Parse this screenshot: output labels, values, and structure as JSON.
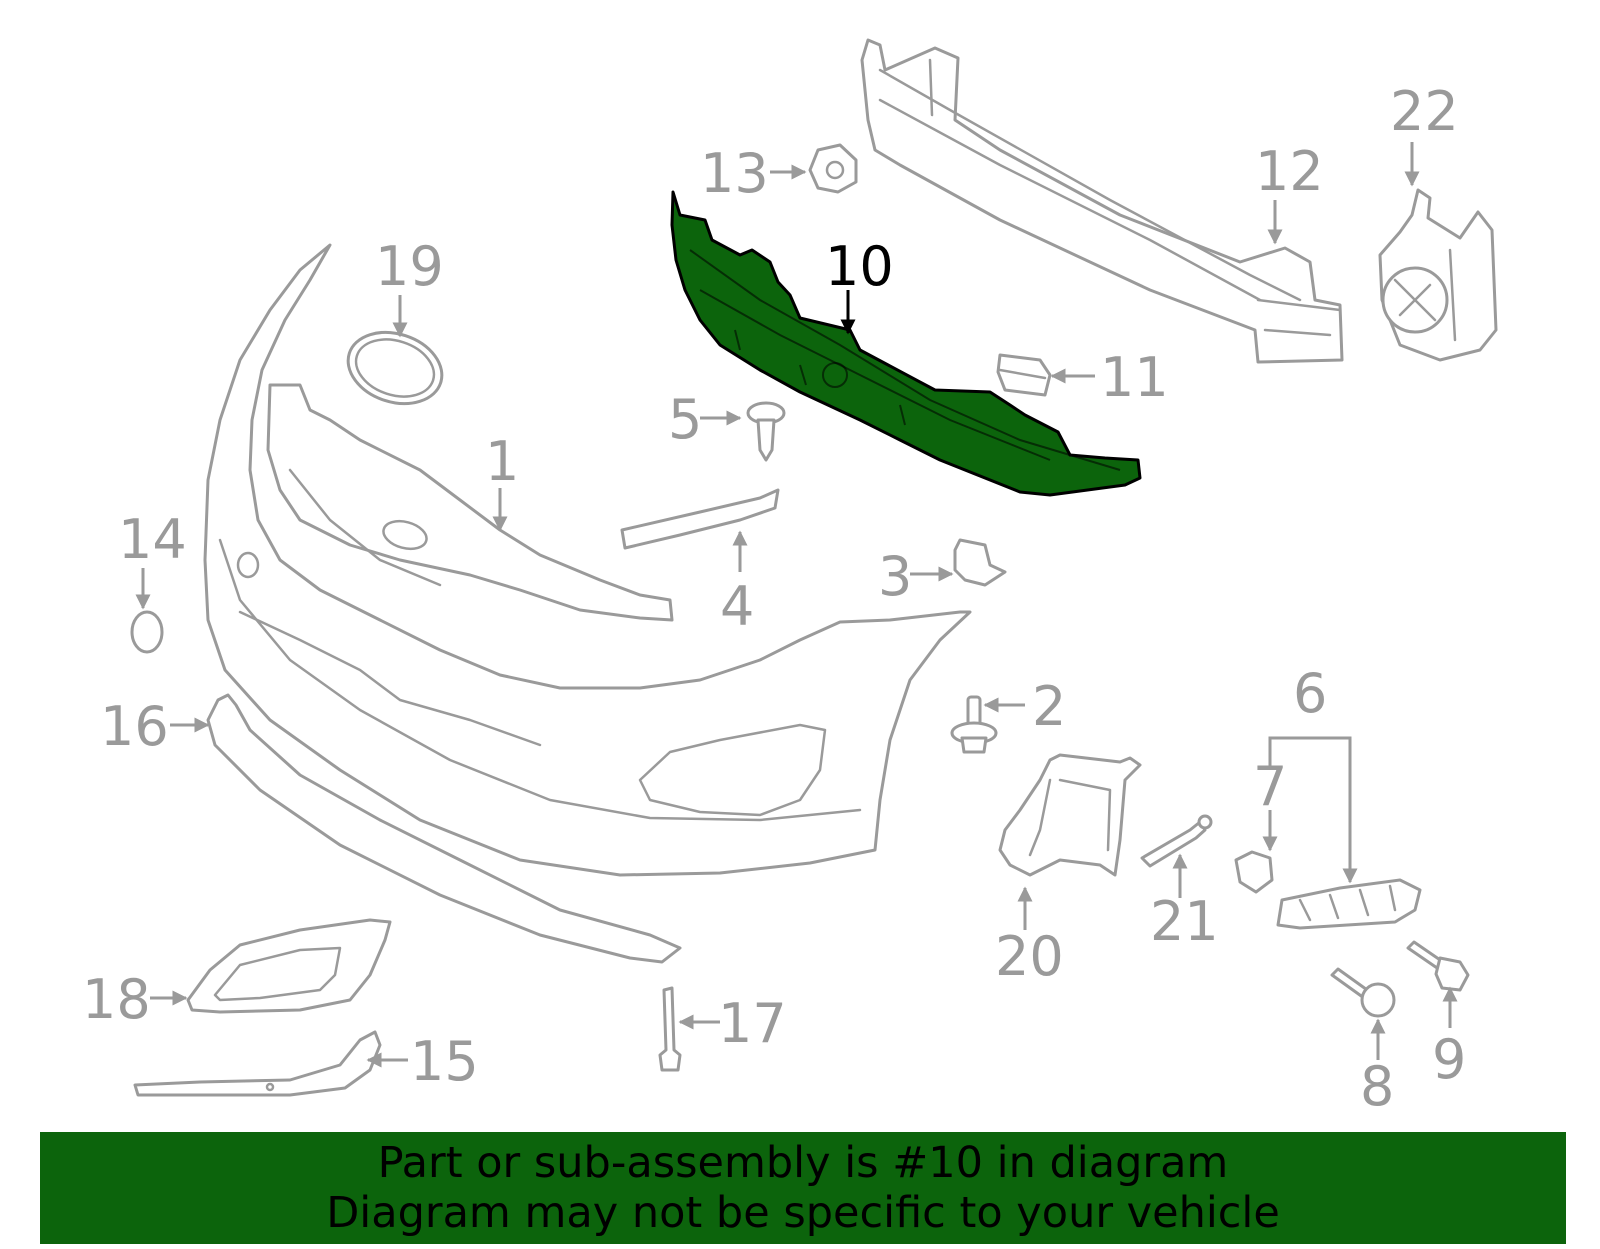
{
  "diagram": {
    "highlight_color": "#0c640c",
    "part_line_color": "#9a9a9a",
    "callouts": {
      "c1": "1",
      "c2": "2",
      "c3": "3",
      "c4": "4",
      "c5": "5",
      "c6": "6",
      "c7": "7",
      "c8": "8",
      "c9": "9",
      "c10": "10",
      "c11": "11",
      "c12": "12",
      "c13": "13",
      "c14": "14",
      "c15": "15",
      "c16": "16",
      "c17": "17",
      "c18": "18",
      "c19": "19",
      "c20": "20",
      "c21": "21",
      "c22": "22"
    },
    "highlighted_part": "10"
  },
  "banner": {
    "line1": "Part or sub-assembly is #10 in diagram",
    "line2": "Diagram may not be specific to your vehicle"
  }
}
